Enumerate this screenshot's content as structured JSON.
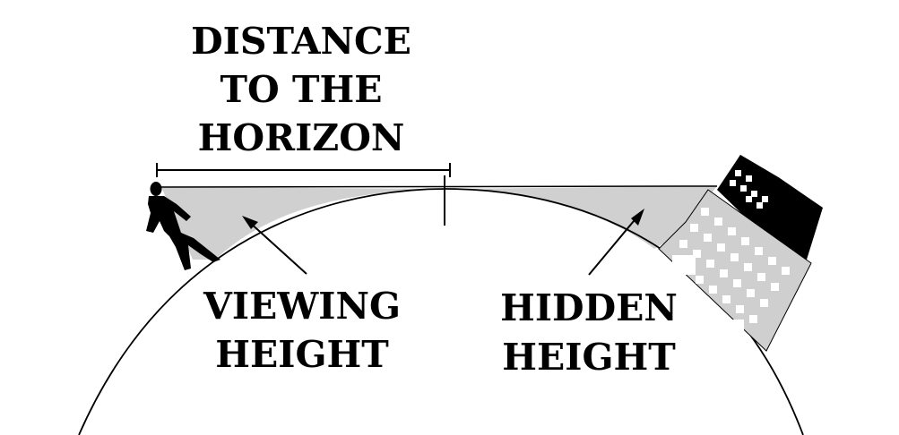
{
  "title": "Distance to the horizon diagram",
  "labels": {
    "distance_line1": "DISTANCE",
    "distance_line2": "TO THE",
    "distance_line3": "HORIZON",
    "viewing_line1": "VIEWING",
    "viewing_line2": "HEIGHT",
    "hidden_line1": "HIDDEN",
    "hidden_line2": "HEIGHT"
  },
  "colors": {
    "ink": "#000000",
    "shade": "#d0d0d0",
    "background": "#ffffff",
    "building_light": "#cfcfcf"
  }
}
